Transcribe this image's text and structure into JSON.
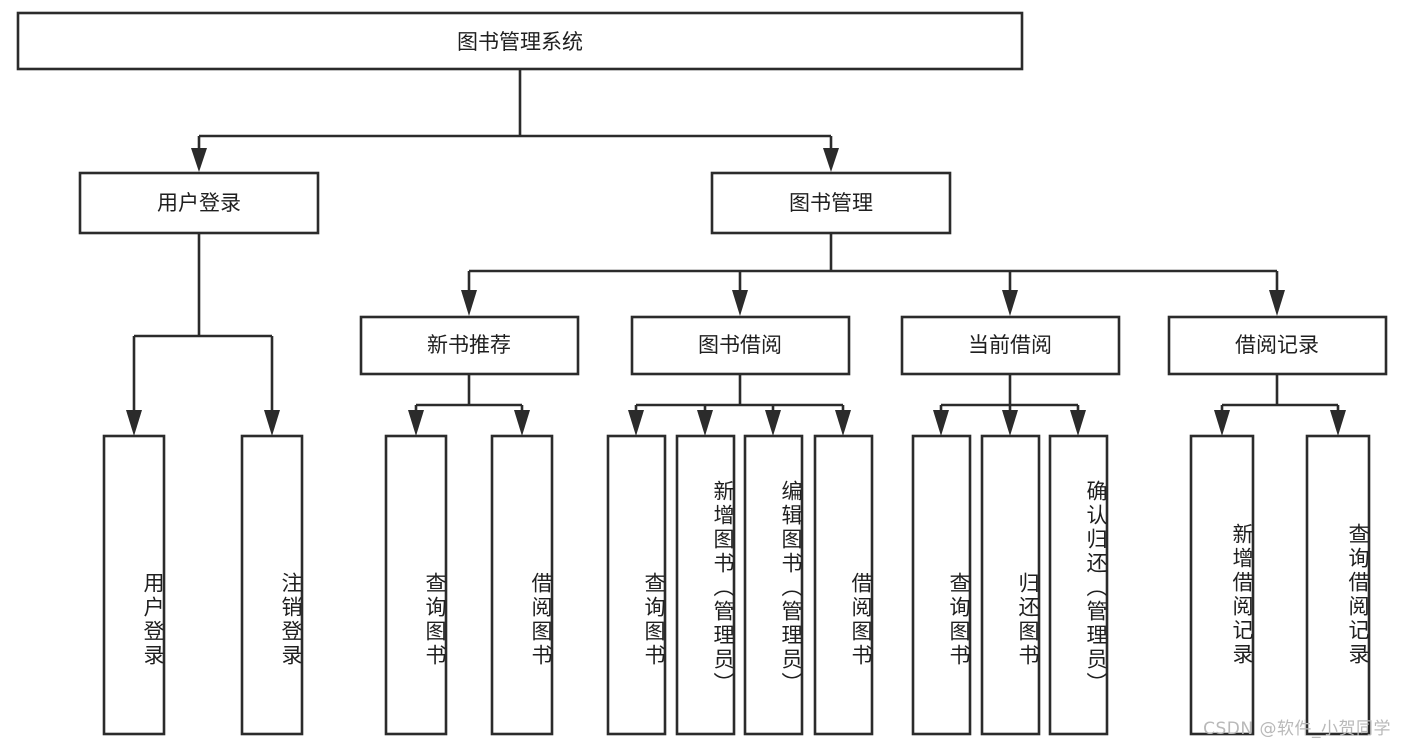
{
  "diagram": {
    "type": "tree",
    "title": "图书管理系统",
    "orientation": "top-down",
    "watermark": "CSDN @软件_小贺同学",
    "colors": {
      "box_stroke": "#2b2b2b",
      "box_fill": "#ffffff",
      "edge": "#2b2b2b",
      "text": "#1f1f1f",
      "watermark": "#b9b9b9",
      "background": "#ffffff"
    },
    "levels": {
      "root": "图书管理系统",
      "level2": [
        "用户登录",
        "图书管理"
      ],
      "level3": [
        "新书推荐",
        "图书借阅",
        "当前借阅",
        "借阅记录"
      ],
      "level4": [
        "用户登录",
        "注销登录",
        "查询图书",
        "借阅图书",
        "查询图书",
        "新增图书（管理员）",
        "编辑图书（管理员）",
        "借阅图书",
        "查询图书",
        "归还图书",
        "确认归还（管理员）",
        "新增借阅记录",
        "查询借阅记录"
      ]
    },
    "nodes": {
      "root": {
        "label": "图书管理系统"
      },
      "user_login": {
        "label": "用户登录"
      },
      "book_manage": {
        "label": "图书管理"
      },
      "new_book_rec": {
        "label": "新书推荐"
      },
      "book_borrow": {
        "label": "图书借阅"
      },
      "current_borrow": {
        "label": "当前借阅"
      },
      "borrow_record": {
        "label": "借阅记录"
      },
      "leaf_user_login": {
        "label": "用户登录"
      },
      "leaf_logout": {
        "label": "注销登录"
      },
      "leaf_query_book_1": {
        "label": "查询图书"
      },
      "leaf_borrow_book_1": {
        "label": "借阅图书"
      },
      "leaf_query_book_2": {
        "label": "查询图书"
      },
      "leaf_add_book": {
        "label": "新增图书（管理员）"
      },
      "leaf_edit_book": {
        "label": "编辑图书（管理员）"
      },
      "leaf_borrow_book_2": {
        "label": "借阅图书"
      },
      "leaf_query_book_3": {
        "label": "查询图书"
      },
      "leaf_return_book": {
        "label": "归还图书"
      },
      "leaf_confirm_return": {
        "label": "确认归还（管理员）"
      },
      "leaf_add_record": {
        "label": "新增借阅记录"
      },
      "leaf_query_record": {
        "label": "查询借阅记录"
      }
    },
    "edges": [
      {
        "from": "root",
        "to": "user_login"
      },
      {
        "from": "root",
        "to": "book_manage"
      },
      {
        "from": "user_login",
        "to": "leaf_user_login"
      },
      {
        "from": "user_login",
        "to": "leaf_logout"
      },
      {
        "from": "book_manage",
        "to": "new_book_rec"
      },
      {
        "from": "book_manage",
        "to": "book_borrow"
      },
      {
        "from": "book_manage",
        "to": "current_borrow"
      },
      {
        "from": "book_manage",
        "to": "borrow_record"
      },
      {
        "from": "new_book_rec",
        "to": "leaf_query_book_1"
      },
      {
        "from": "new_book_rec",
        "to": "leaf_borrow_book_1"
      },
      {
        "from": "book_borrow",
        "to": "leaf_query_book_2"
      },
      {
        "from": "book_borrow",
        "to": "leaf_add_book"
      },
      {
        "from": "book_borrow",
        "to": "leaf_edit_book"
      },
      {
        "from": "book_borrow",
        "to": "leaf_borrow_book_2"
      },
      {
        "from": "current_borrow",
        "to": "leaf_query_book_3"
      },
      {
        "from": "current_borrow",
        "to": "leaf_return_book"
      },
      {
        "from": "current_borrow",
        "to": "leaf_confirm_return"
      },
      {
        "from": "borrow_record",
        "to": "leaf_add_record"
      },
      {
        "from": "borrow_record",
        "to": "leaf_query_record"
      }
    ]
  }
}
